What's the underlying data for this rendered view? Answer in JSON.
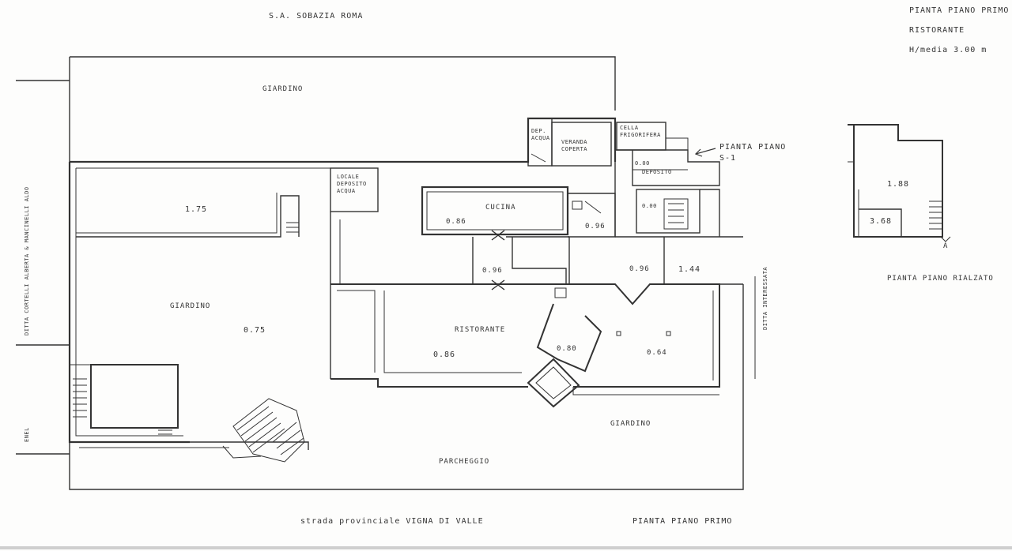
{
  "top_labels": {
    "road_top": "S.A.  SOBAZIA ROMA",
    "sheet_title": "PIANTA PIANO PRIMO",
    "use": "RISTORANTE",
    "height": "H/media  3.00 m"
  },
  "rooms": {
    "giardino_top": "GIARDINO",
    "giardino_left": "GIARDINO",
    "giardino_bottom": "GIARDINO",
    "parcheggio": "PARCHEGGIO",
    "cucina": "CUCINA",
    "ristorante": "RISTORANTE",
    "deposito": "DEPOSITO",
    "veranda": "VERANDA COPERTA",
    "dep_acqua": "DEP. ACQUA",
    "cella": "CELLA FRIGORIFERA",
    "locale": "LOCALE DEPOSITO ACQUA",
    "pianta_s1": "PIANTA PIANO S-1"
  },
  "levels": {
    "l175": "1.75",
    "l075": "0.75",
    "l086a": "0.86",
    "l096a": "0.96",
    "l096b": "0.96",
    "l096c": "0.96",
    "l144": "1.44",
    "l086b": "0.86",
    "l080": "0.80",
    "l064": "0.64",
    "l000a": "0.00",
    "l000b": "0.00",
    "l188": "1.88",
    "l368": "3.68"
  },
  "side_labels": {
    "left_neighbor": "DITTA CORTELLI ALBERTA & MANCINELLI ALDO",
    "right_neighbor": "DITTA INTERESSATA",
    "enel": "ENEL"
  },
  "bottom_labels": {
    "road_bottom": "strada provinciale VIGNA DI VALLE",
    "sheet_bottom": "PIANTA PIANO PRIMO"
  },
  "inset": {
    "caption": "PIANTA PIANO RIALZATO",
    "mark": "A"
  }
}
